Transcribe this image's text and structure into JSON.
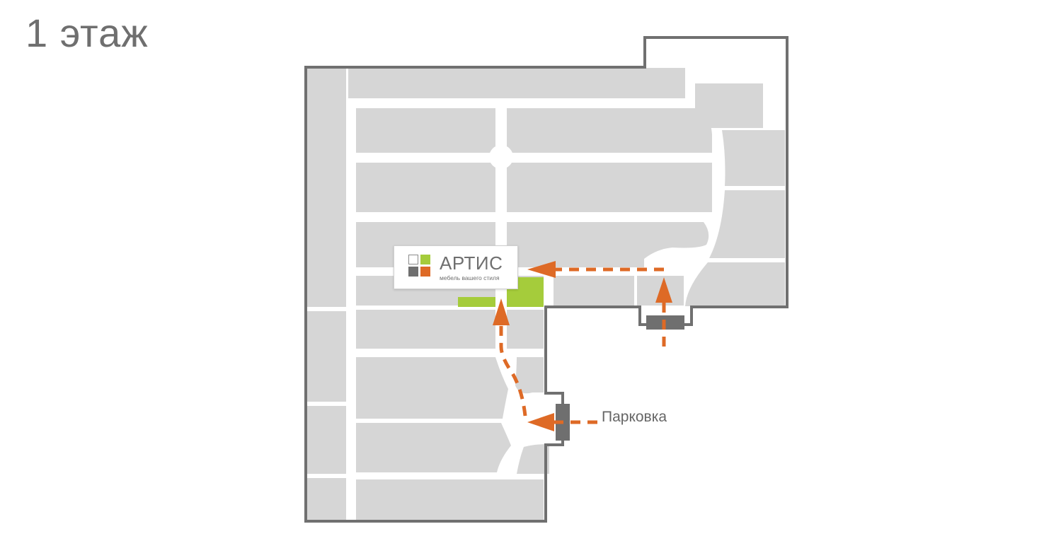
{
  "floor_title": "1 этаж",
  "store": {
    "name": "АРТИС",
    "tagline": "мебель вашего стиля",
    "logo_colors": [
      "#ffffff",
      "#a5cc3b",
      "#6f6f6f",
      "#de6a26"
    ]
  },
  "labels": {
    "parking": "Парковка"
  },
  "colors": {
    "blocks": "#d6d6d6",
    "walls": "#707070",
    "shop_highlight": "#a5cc3b",
    "route": "#de6a26",
    "entrance": "#6f6f6f"
  }
}
